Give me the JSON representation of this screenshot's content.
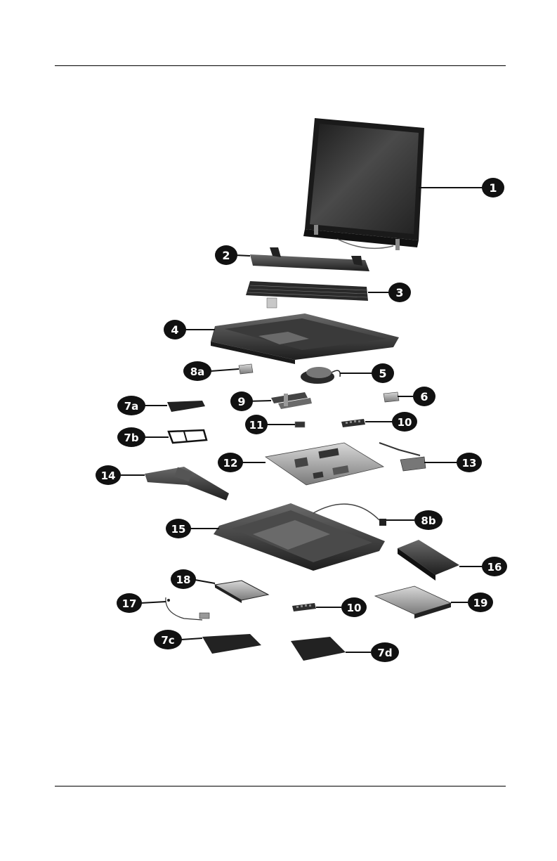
{
  "callouts": [
    "1",
    "2",
    "3",
    "4",
    "5",
    "6",
    "7a",
    "7b",
    "7c",
    "7d",
    "8a",
    "8b",
    "9",
    "10",
    "10",
    "11",
    "12",
    "13",
    "14",
    "15",
    "16",
    "17",
    "18",
    "19"
  ],
  "colors": {
    "ink": "#111111",
    "part_dark": "#2a2a2a",
    "part_mid": "#555555",
    "part_light": "#9a9a9a",
    "screen": "#3c3c3c"
  }
}
